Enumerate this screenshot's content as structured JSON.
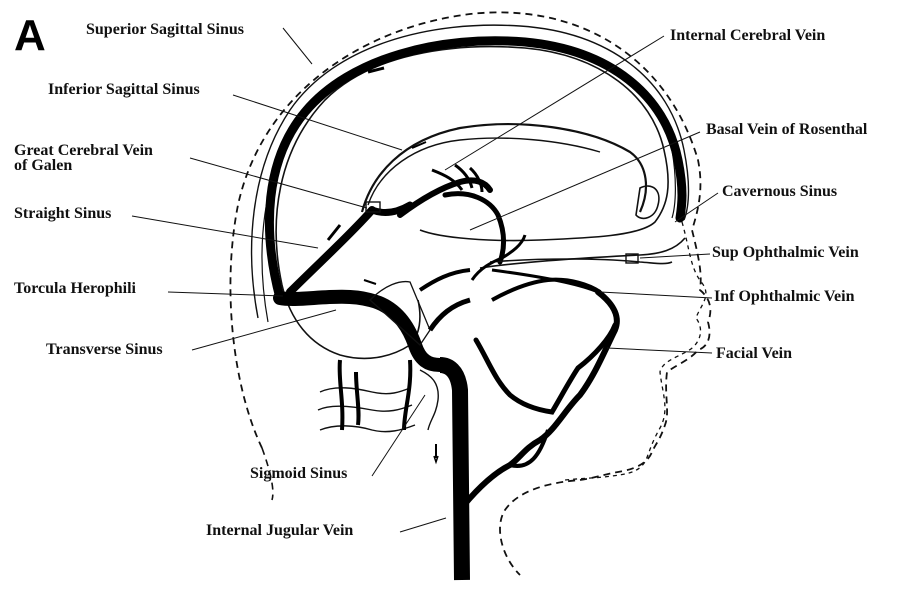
{
  "figure": {
    "panel_letter": "A",
    "labels": {
      "superior_sagittal_sinus": "Superior Sagittal Sinus",
      "inferior_sagittal_sinus": "Inferior Sagittal Sinus",
      "great_cerebral_vein_line1": "Great Cerebral Vein",
      "great_cerebral_vein_line2": "of Galen",
      "straight_sinus": "Straight Sinus",
      "torcula_herophili": "Torcula Herophili",
      "transverse_sinus": "Transverse Sinus",
      "sigmoid_sinus": "Sigmoid Sinus",
      "internal_jugular_vein": "Internal Jugular Vein",
      "internal_cerebral_vein": "Internal Cerebral Vein",
      "basal_vein_of_rosenthal": "Basal Vein of Rosenthal",
      "cavernous_sinus": "Cavernous Sinus",
      "sup_ophthalmic_vein": "Sup Ophthalmic Vein",
      "inf_ophthalmic_vein": "Inf Ophthalmic Vein",
      "facial_vein": "Facial Vein"
    }
  }
}
